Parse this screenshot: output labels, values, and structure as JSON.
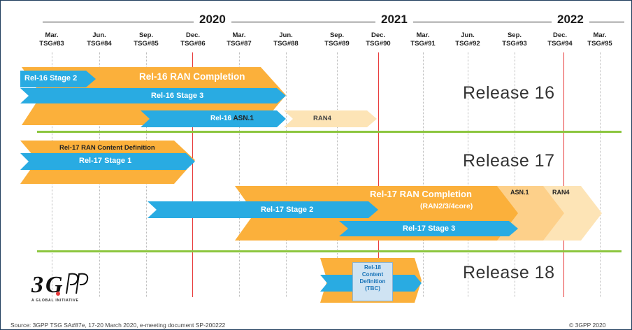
{
  "timeline": {
    "years": [
      "2020",
      "2021",
      "2022"
    ],
    "quarters": [
      {
        "month": "Mar.",
        "meeting": "TSG#83"
      },
      {
        "month": "Jun.",
        "meeting": "TSG#84"
      },
      {
        "month": "Sep.",
        "meeting": "TSG#85"
      },
      {
        "month": "Dec.",
        "meeting": "TSG#86"
      },
      {
        "month": "Mar.",
        "meeting": "TSG#87"
      },
      {
        "month": "Jun.",
        "meeting": "TSG#88"
      },
      {
        "month": "Sep.",
        "meeting": "TSG#89"
      },
      {
        "month": "Dec.",
        "meeting": "TSG#90"
      },
      {
        "month": "Mar.",
        "meeting": "TSG#91"
      },
      {
        "month": "Jun.",
        "meeting": "TSG#92"
      },
      {
        "month": "Sep.",
        "meeting": "TSG#93"
      },
      {
        "month": "Dec.",
        "meeting": "TSG#94"
      },
      {
        "month": "Mar.",
        "meeting": "TSG#95"
      }
    ]
  },
  "rel16": {
    "title": "Release 16",
    "stage2": "Rel-16 Stage 2",
    "ran_completion": "Rel-16 RAN Completion",
    "stage3": "Rel-16 Stage 3",
    "asn1_prefix": "Rel-16",
    "asn1": "ASN.1",
    "ran4": "RAN4"
  },
  "rel17": {
    "title": "Release 17",
    "content_def": "Rel-17 RAN Content Definition",
    "stage1": "Rel-17 Stage 1",
    "ran_completion": "Rel-17 RAN Completion",
    "ran_completion_sub": "(RAN2/3/4core)",
    "stage2": "Rel-17 Stage 2",
    "stage3": "Rel-17 Stage 3",
    "asn1": "ASN.1",
    "ran4": "RAN4"
  },
  "rel18": {
    "title": "Release 18",
    "content_def_lines": [
      "Rel-18",
      "Content",
      "Definition",
      "(TBC)"
    ]
  },
  "logo": {
    "mark": "3GPP",
    "tagline": "A GLOBAL INITIATIVE"
  },
  "footer": {
    "source": "Source: 3GPP TSG SA#87e, 17-20 March 2020, e-meeting document SP-200222",
    "copyright": "© 3GPP 2020"
  },
  "colors": {
    "orange": "#fbb03b",
    "blue": "#29abe2",
    "light_orange": "#fdd9a0",
    "pale_orange": "#fde9c4",
    "green_line": "#8cc63f",
    "red_line": "#e83a3a"
  }
}
